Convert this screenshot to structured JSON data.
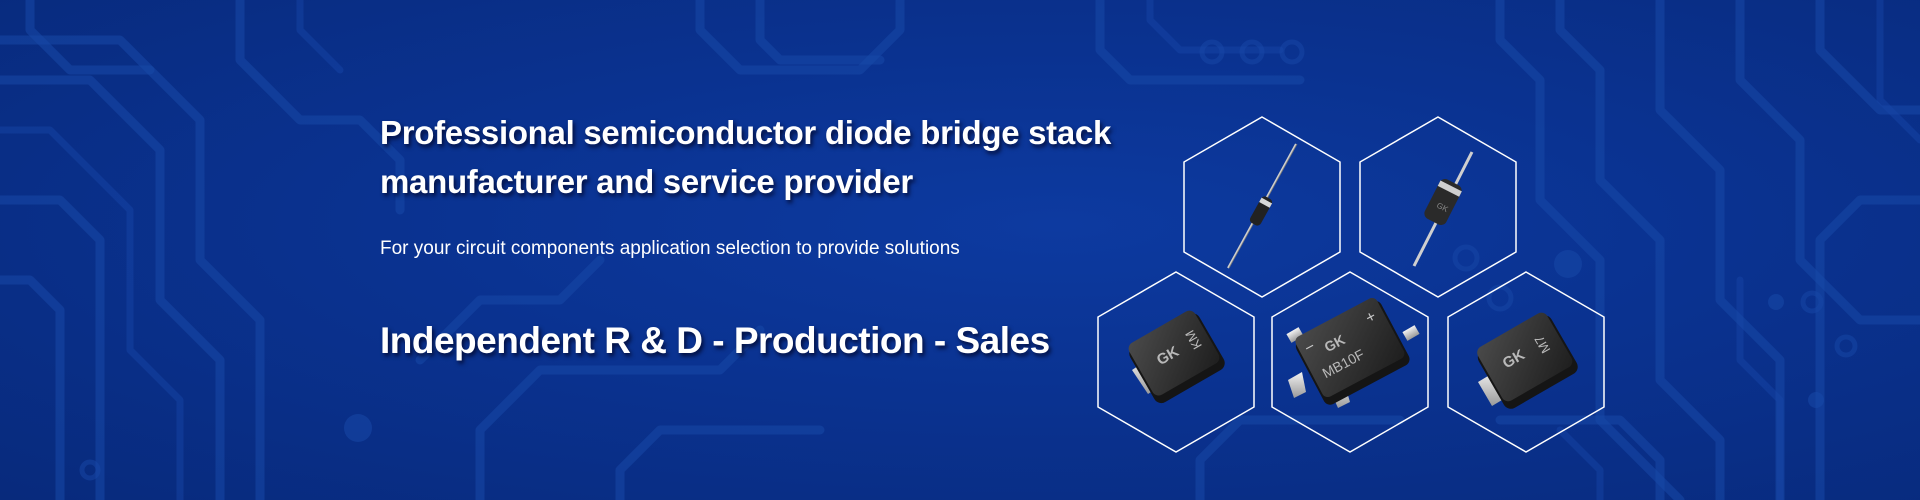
{
  "banner": {
    "headline": "Professional semiconductor diode bridge stack manufacturer and service provider",
    "subline": "For your circuit components application selection to provide solutions",
    "tagline": "Independent R & D - Production - Sales"
  },
  "products": {
    "smd_left_marking": "KM",
    "bridge_marking": "MB10F",
    "smd_right_marking": "M7",
    "bridge_minus": "−",
    "bridge_plus": "+"
  },
  "colors": {
    "background": "#0a318c",
    "text": "#ffffff",
    "hex_outline": "#ffffff"
  }
}
